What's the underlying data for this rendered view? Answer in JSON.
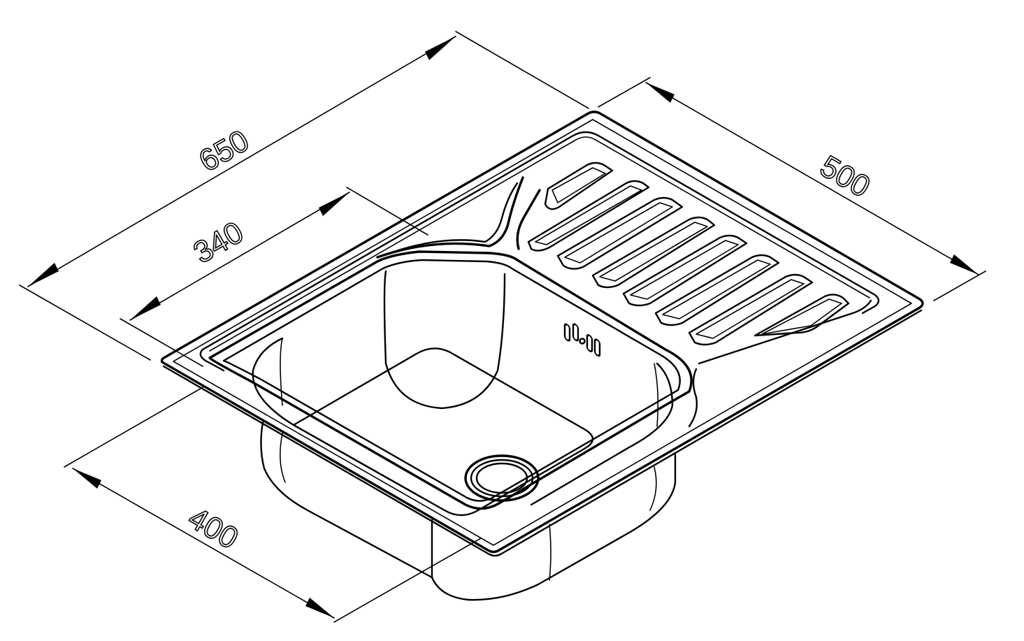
{
  "dimensions": {
    "overall_length": "650",
    "overall_width": "500",
    "bowl_length": "340",
    "bowl_width": "400"
  },
  "colors": {
    "line": "#000000",
    "background": "#ffffff"
  }
}
